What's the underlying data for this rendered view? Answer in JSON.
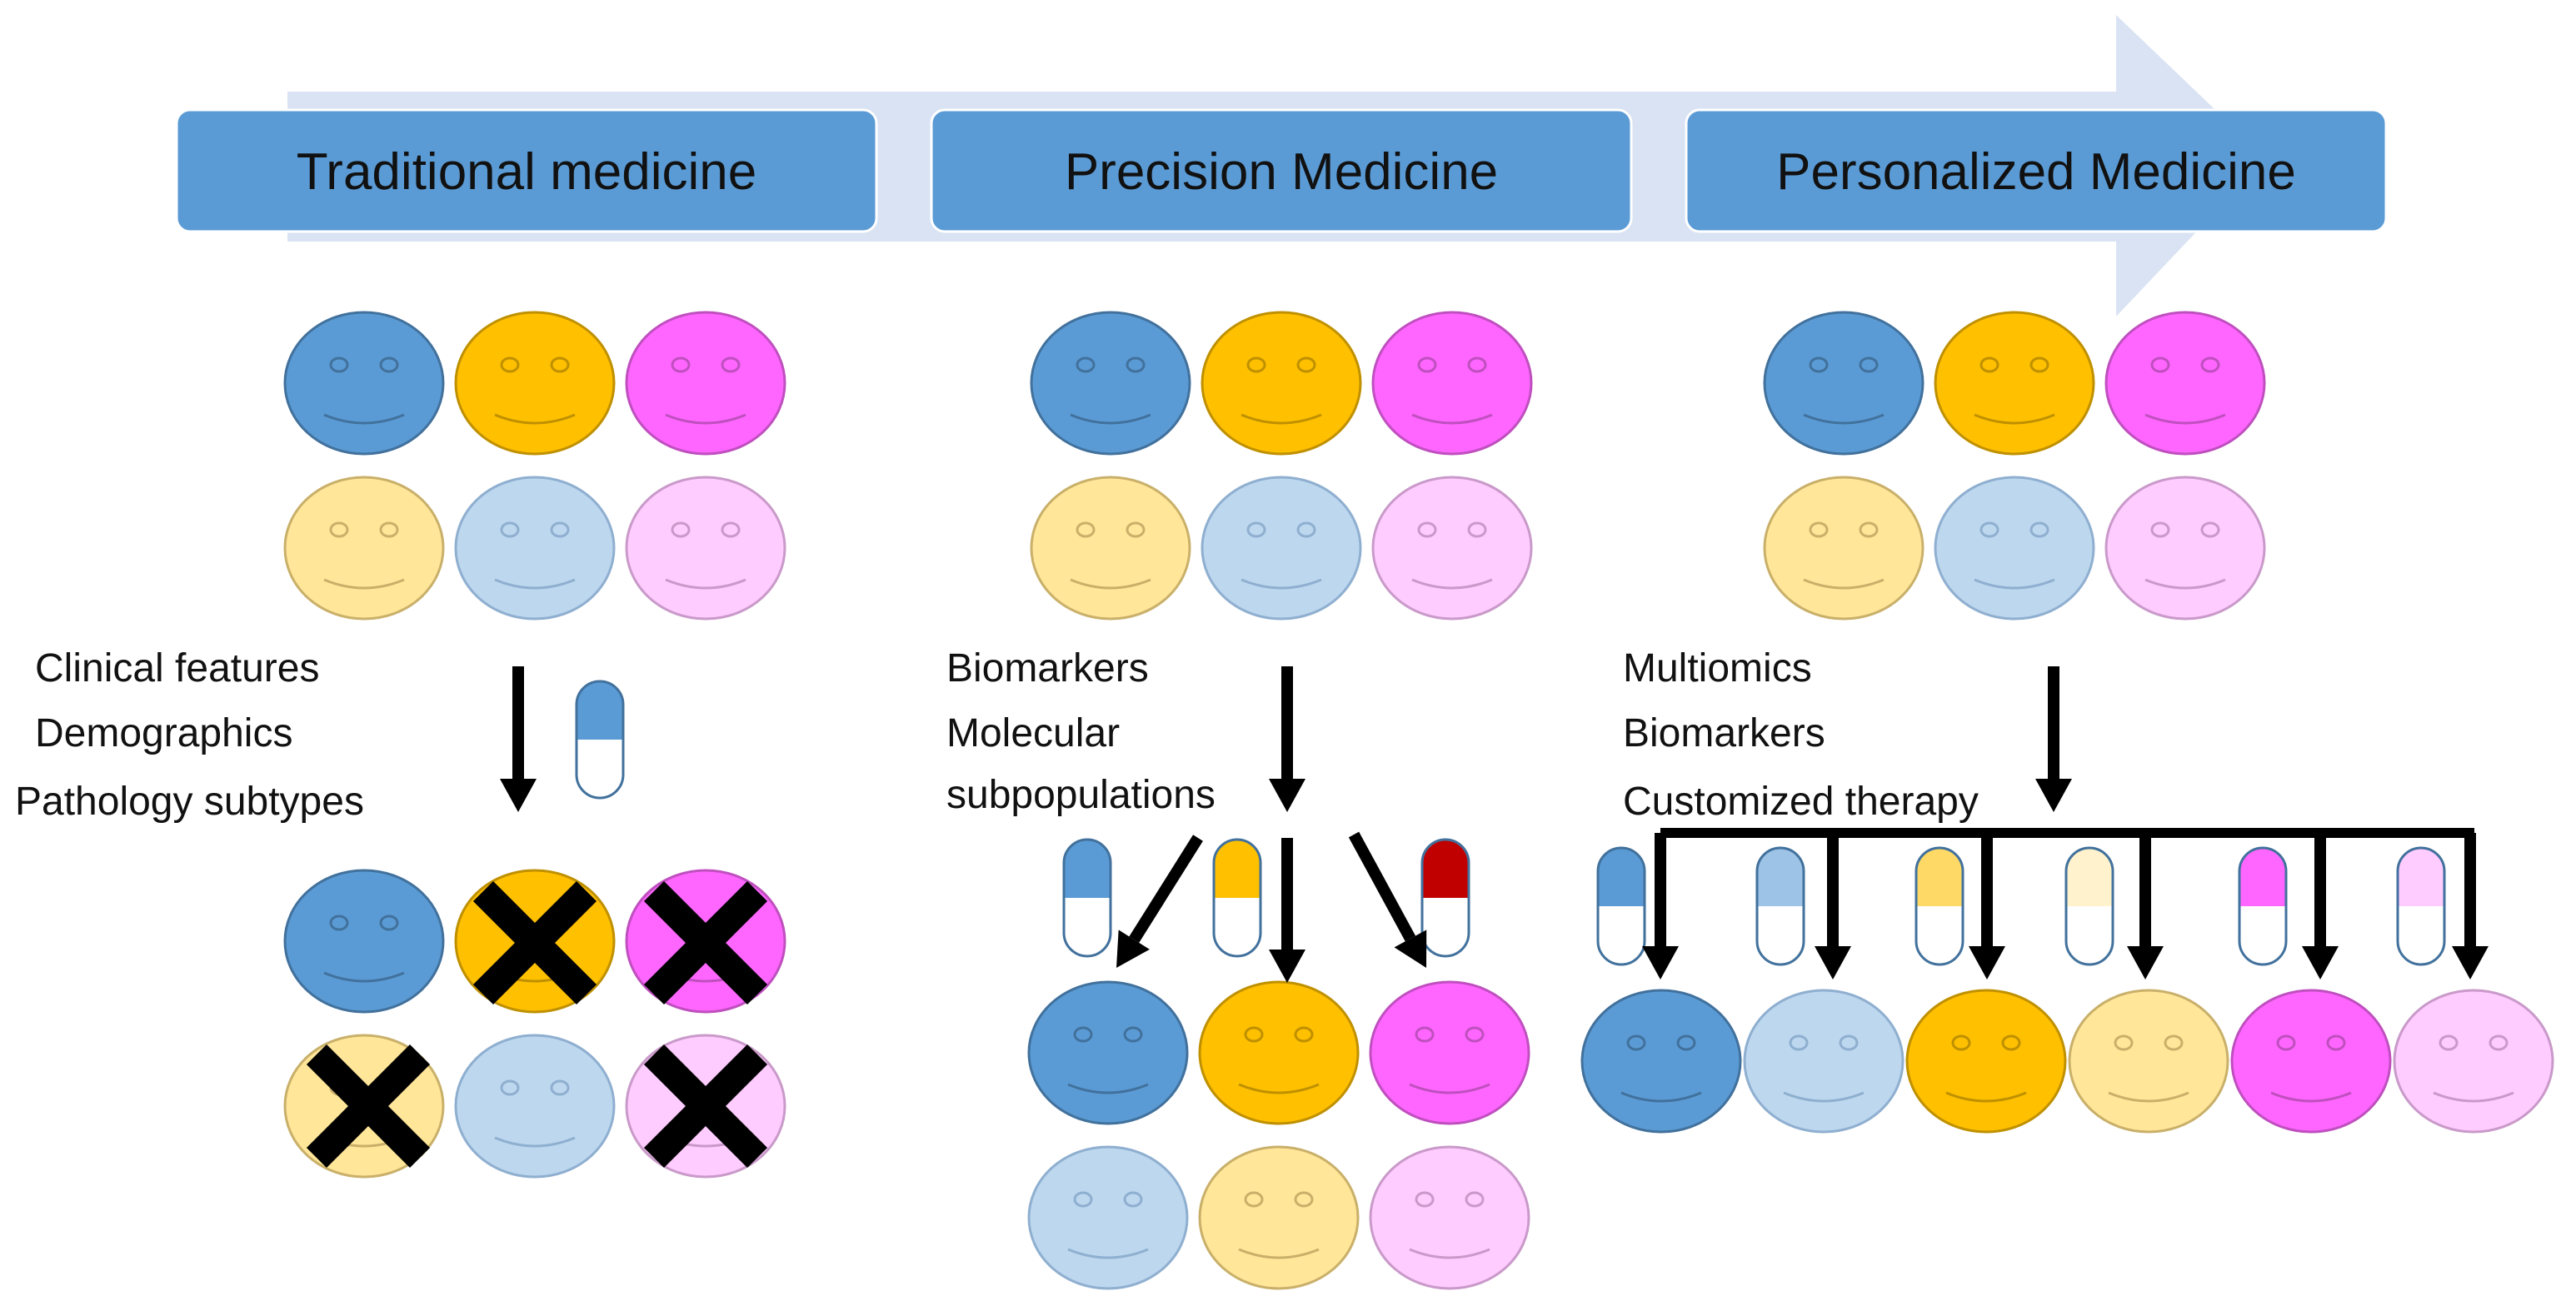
{
  "stages": [
    {
      "label": "Traditional medicine"
    },
    {
      "label": "Precision Medicine"
    },
    {
      "label": "Personalized Medicine"
    }
  ],
  "criteria": {
    "traditional": [
      "Clinical features",
      "Demographics",
      "Pathology subtypes"
    ],
    "precision": [
      "Biomarkers",
      "Molecular",
      "subpopulations"
    ],
    "personalized": [
      "Multiomics",
      "Biomarkers",
      "Customized therapy"
    ]
  },
  "colors": {
    "header_box": "#5b9bd5",
    "timeline_arrow": "#dae3f3",
    "faces": [
      "#5b9bd5",
      "#ffc000",
      "#ff66ff",
      "#ffe699",
      "#bdd7ee",
      "#ffccff"
    ],
    "pills": [
      "#5b9bd5",
      "#ffc000",
      "#c00000",
      "#9dc3e6",
      "#ffd966",
      "#fff2cc",
      "#ff66ff",
      "#ffccff"
    ]
  },
  "icons": {
    "patient": "smiley-face-icon",
    "drug": "capsule-icon",
    "no_response": "x-mark-icon",
    "flow": "down-arrow-icon"
  },
  "outcomes": {
    "traditional_responders": [
      "blue",
      "light-blue"
    ],
    "traditional_non_responders": [
      "orange",
      "magenta",
      "light-yellow",
      "light-pink"
    ]
  }
}
